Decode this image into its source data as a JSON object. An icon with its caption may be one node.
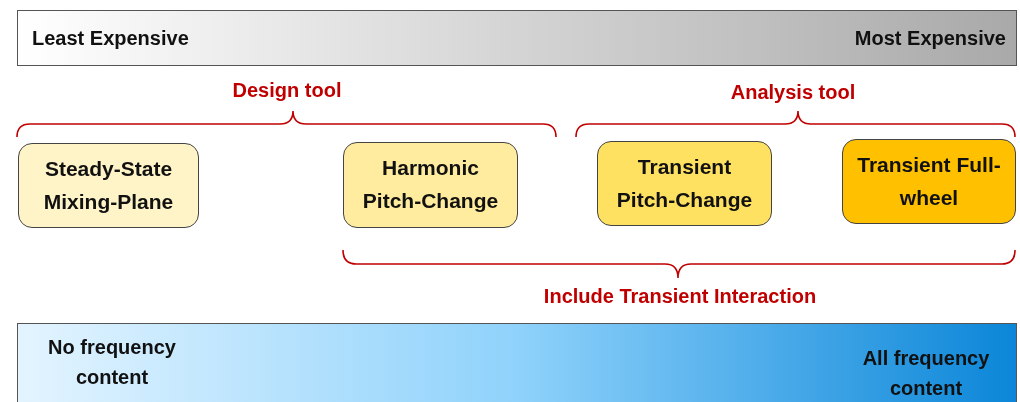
{
  "diagram": {
    "nodes": [
      {
        "text": [
          "Least Expensive",
          "Most Expensive"
        ]
      },
      {
        "text": [
          "Steady-State Mixing-Plane"
        ]
      },
      {
        "text": [
          "Harmonic Pitch-Change"
        ]
      },
      {
        "text": [
          "Transient Pitch-Change"
        ]
      },
      {
        "text": [
          "Transient Full-wheel"
        ]
      },
      {
        "text": [
          "No frequency content",
          "All frequency content"
        ]
      }
    ],
    "labels": [
      "Design tool",
      "Analysis tool",
      "Include Transient Interaction"
    ]
  }
}
